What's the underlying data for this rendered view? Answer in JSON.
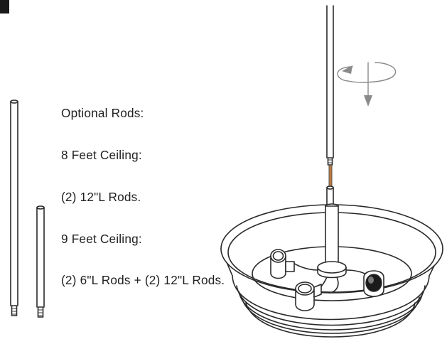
{
  "notes": {
    "heading": "Optional Rods:",
    "line_1": "8 Feet Ceiling:",
    "line_2": "(2) 12\"L Rods.",
    "line_3": "9 Feet Ceiling:",
    "line_4": "(2) 6\"L Rods + (2) 12\"L Rods."
  },
  "icons": {
    "rotate": "rotate-arrow-icon",
    "down": "down-arrow-icon"
  },
  "colors": {
    "line": "#2a2a2a",
    "wire": "#c07a3a",
    "arrow": "#8a8a8a"
  }
}
